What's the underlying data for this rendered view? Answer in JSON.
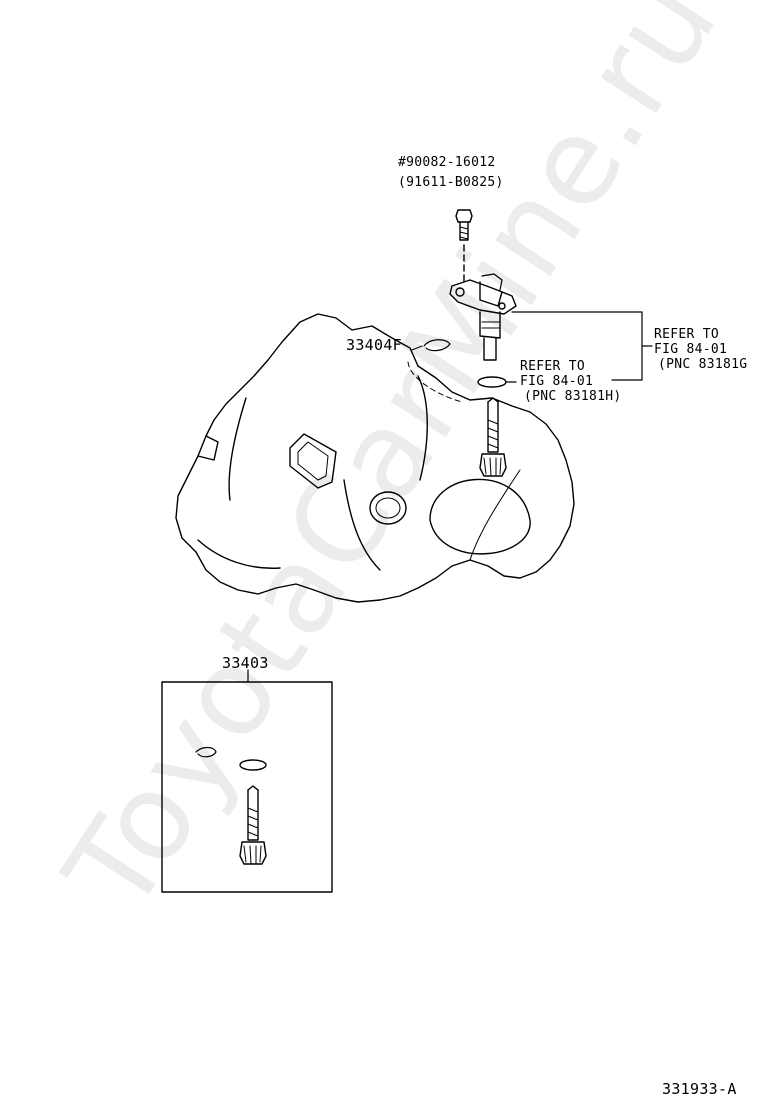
{
  "watermark": "ToyotaCarMine.ru",
  "callouts": {
    "bolt_part_no": "#90082-16012",
    "bolt_alt_no": "(91611-B0825)",
    "clip_part_no": "33404F",
    "refer_upper": {
      "line1": "REFER TO",
      "line2": "FIG 84-01",
      "line3": "(PNC 83181G"
    },
    "refer_lower": {
      "line1": "REFER TO",
      "line2": "FIG 84-01",
      "line3": "(PNC 83181H)"
    },
    "kit_part_no": "33403",
    "figure_id": "331933-A"
  }
}
